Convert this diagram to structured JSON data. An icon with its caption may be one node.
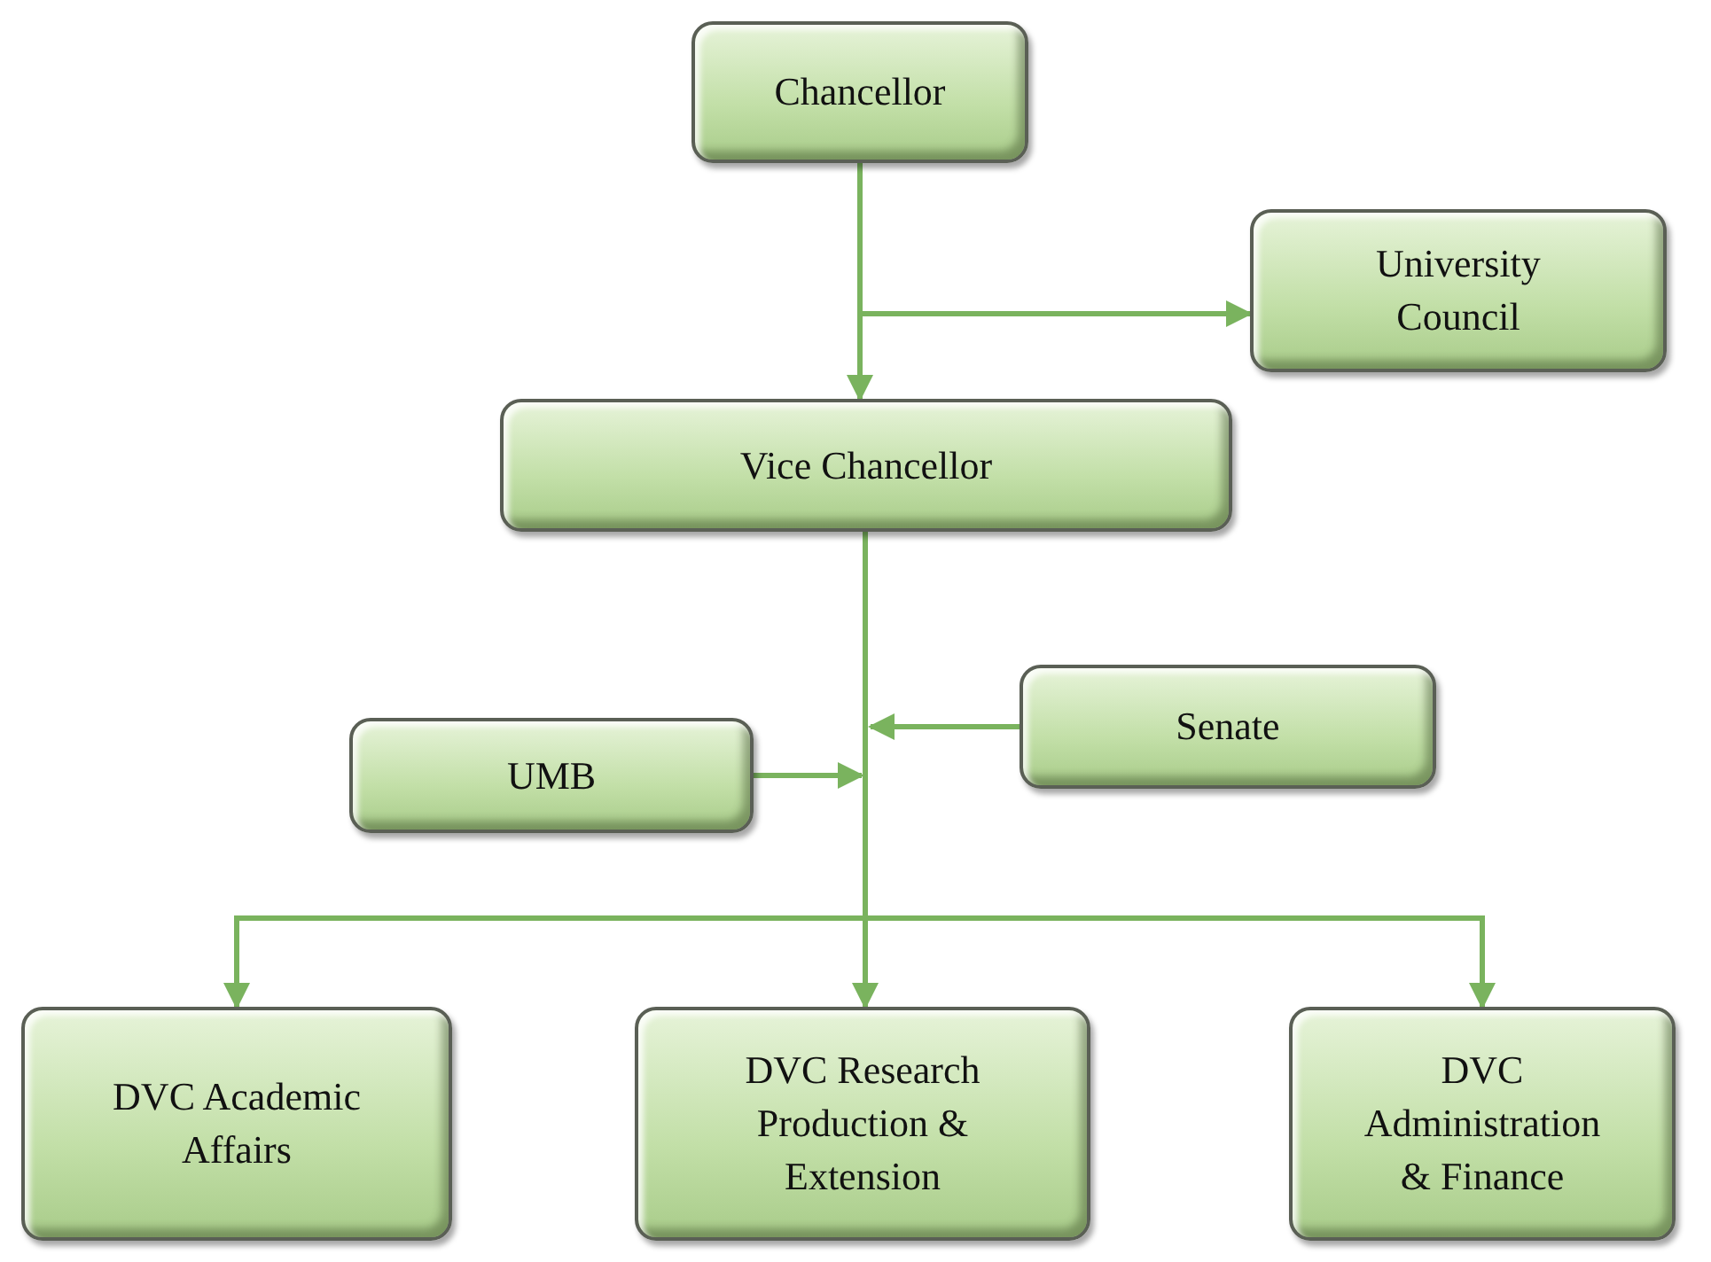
{
  "diagram": {
    "nodes": [
      {
        "text": [
          "Chancellor"
        ]
      },
      {
        "text": [
          "University Council"
        ]
      },
      {
        "text": [
          "Vice Chancellor"
        ]
      },
      {
        "text": [
          "UMB"
        ]
      },
      {
        "text": [
          "Senate"
        ]
      },
      {
        "text": [
          "DVC Academic Affairs"
        ]
      },
      {
        "text": [
          "DVC Research Production & Extension"
        ]
      },
      {
        "text": [
          "DVC Administration & Finance"
        ]
      }
    ],
    "edges": [
      {
        "from": 0,
        "to": 2,
        "arrow": "to"
      },
      {
        "from": 0,
        "to": 1,
        "arrow": "to"
      },
      {
        "from": 2,
        "to": 5,
        "arrow": "to"
      },
      {
        "from": 2,
        "to": 6,
        "arrow": "to"
      },
      {
        "from": 2,
        "to": 7,
        "arrow": "to"
      },
      {
        "from": 3,
        "to": null,
        "arrow": "to"
      },
      {
        "from": 4,
        "to": null,
        "arrow": "to"
      }
    ]
  }
}
